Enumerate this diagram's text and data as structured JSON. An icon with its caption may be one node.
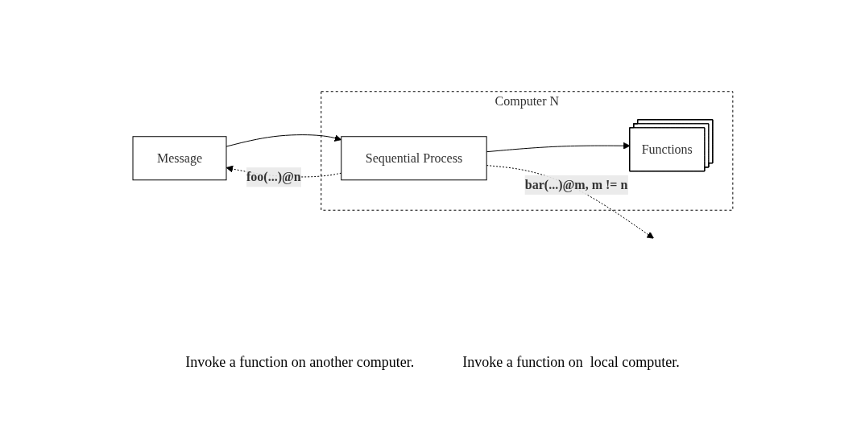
{
  "diagram": {
    "nodes": [
      {
        "text": [
          "Message"
        ]
      },
      {
        "text": [
          "Computer N"
        ]
      },
      {
        "text": [
          "Sequential Process"
        ],
        "in": 1
      },
      {
        "text": [
          "Functions"
        ],
        "in": 1
      }
    ],
    "edges": [
      {
        "from": 0,
        "to": 2,
        "arrow": "to"
      },
      {
        "from": 2,
        "to": 3,
        "arrow": "to"
      },
      {
        "from": 2,
        "to": null,
        "arrow": "to",
        "style": "dashed",
        "label": "bar(...)@m,  m != n"
      },
      {
        "from": 2,
        "to": 0,
        "arrow": "to",
        "style": "dashed",
        "label": "foo(...)@n"
      }
    ],
    "labels": [
      "Invoke a function on another computer.",
      "Invoke a function on  local computer."
    ]
  }
}
